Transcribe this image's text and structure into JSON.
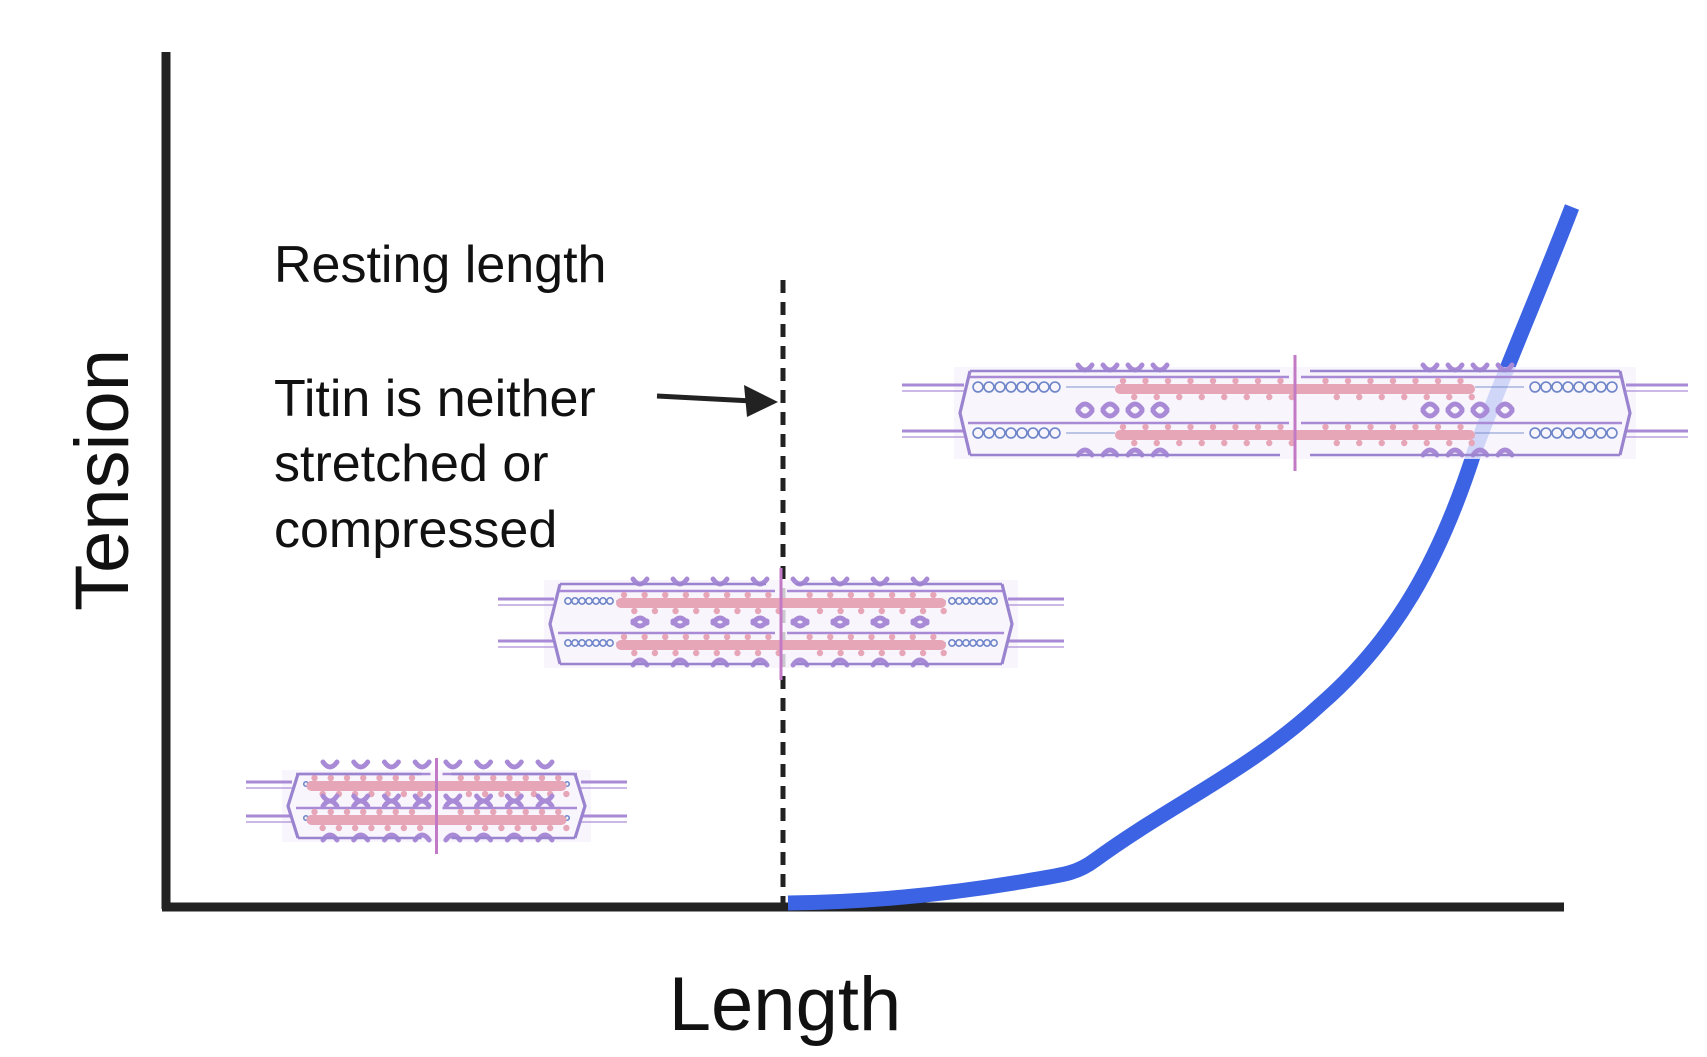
{
  "diagram": {
    "y_axis_label": "Tension",
    "x_axis_label": "Length",
    "resting_label": "Resting length",
    "annotation_lines": [
      "Titin is neither",
      "stretched or",
      "compressed"
    ]
  },
  "colors": {
    "axis": "#222222",
    "curve": "#3b63e3",
    "dashed_line": "#222222",
    "myosin": "#a98ad6",
    "actin": "#e7a6b7",
    "titin": "#6f86c9",
    "z_disc": "#9a83cf",
    "m_line": "#c37ac6"
  },
  "sarcomeres": [
    {
      "state": "compressed"
    },
    {
      "state": "resting"
    },
    {
      "state": "stretched"
    }
  ]
}
